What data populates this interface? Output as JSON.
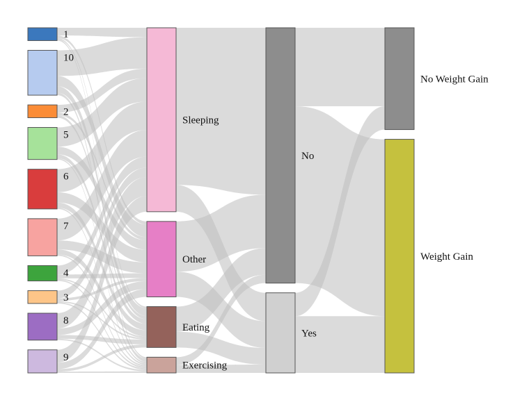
{
  "diagram": {
    "type": "sankey",
    "columns": [
      {
        "nodes": [
          {
            "id": "1",
            "label": "1",
            "value": 2,
            "color": "#3b78bd"
          },
          {
            "id": "10",
            "label": "10",
            "value": 7,
            "color": "#b6cbef"
          },
          {
            "id": "2",
            "label": "2",
            "value": 2,
            "color": "#fb8c36"
          },
          {
            "id": "5",
            "label": "5",
            "value": 5,
            "color": "#a6e29a"
          },
          {
            "id": "6",
            "label": "6",
            "value": 6.2,
            "color": "#d93d3d"
          },
          {
            "id": "7",
            "label": "7",
            "value": 5.8,
            "color": "#f7a3a0"
          },
          {
            "id": "4",
            "label": "4",
            "value": 2.4,
            "color": "#3da43d"
          },
          {
            "id": "3",
            "label": "3",
            "value": 2,
            "color": "#fdc588"
          },
          {
            "id": "8",
            "label": "8",
            "value": 4.2,
            "color": "#9c6dc3"
          },
          {
            "id": "9",
            "label": "9",
            "value": 3.6,
            "color": "#cdb9df"
          }
        ]
      },
      {
        "nodes": [
          {
            "id": "sleeping",
            "label": "Sleeping",
            "value": 23.4,
            "color": "#f5b9d6"
          },
          {
            "id": "other",
            "label": "Other",
            "value": 9.6,
            "color": "#e67fc6"
          },
          {
            "id": "eating",
            "label": "Eating",
            "value": 5.2,
            "color": "#94625b"
          },
          {
            "id": "exercising",
            "label": "Exercising",
            "value": 2,
            "color": "#caa39b"
          }
        ]
      },
      {
        "nodes": [
          {
            "id": "no",
            "label": "No",
            "value": 30.6,
            "color": "#8d8d8d"
          },
          {
            "id": "yes",
            "label": "Yes",
            "value": 9.6,
            "color": "#d0d0d0"
          }
        ]
      },
      {
        "nodes": [
          {
            "id": "nwg",
            "label": "No Weight Gain",
            "value": 12.2,
            "color": "#8d8d8d"
          },
          {
            "id": "wg",
            "label": "Weight Gain",
            "value": 28,
            "color": "#c5c13e"
          }
        ]
      }
    ],
    "links": [
      {
        "source": "1",
        "target": "sleeping",
        "value": 1.2
      },
      {
        "source": "1",
        "target": "other",
        "value": 0.4
      },
      {
        "source": "1",
        "target": "eating",
        "value": 0.2
      },
      {
        "source": "1",
        "target": "exercising",
        "value": 0.2
      },
      {
        "source": "10",
        "target": "sleeping",
        "value": 4
      },
      {
        "source": "10",
        "target": "other",
        "value": 1.6
      },
      {
        "source": "10",
        "target": "eating",
        "value": 1
      },
      {
        "source": "10",
        "target": "exercising",
        "value": 0.4
      },
      {
        "source": "2",
        "target": "sleeping",
        "value": 1.2
      },
      {
        "source": "2",
        "target": "other",
        "value": 0.4
      },
      {
        "source": "2",
        "target": "eating",
        "value": 0.4
      },
      {
        "source": "5",
        "target": "sleeping",
        "value": 3
      },
      {
        "source": "5",
        "target": "other",
        "value": 1.2
      },
      {
        "source": "5",
        "target": "eating",
        "value": 0.6
      },
      {
        "source": "5",
        "target": "exercising",
        "value": 0.2
      },
      {
        "source": "6",
        "target": "sleeping",
        "value": 3.6
      },
      {
        "source": "6",
        "target": "other",
        "value": 1.6
      },
      {
        "source": "6",
        "target": "eating",
        "value": 0.8
      },
      {
        "source": "6",
        "target": "exercising",
        "value": 0.2
      },
      {
        "source": "7",
        "target": "sleeping",
        "value": 3.4
      },
      {
        "source": "7",
        "target": "other",
        "value": 1.4
      },
      {
        "source": "7",
        "target": "eating",
        "value": 0.8
      },
      {
        "source": "7",
        "target": "exercising",
        "value": 0.2
      },
      {
        "source": "4",
        "target": "sleeping",
        "value": 1.4
      },
      {
        "source": "4",
        "target": "other",
        "value": 0.6
      },
      {
        "source": "4",
        "target": "eating",
        "value": 0.2
      },
      {
        "source": "4",
        "target": "exercising",
        "value": 0.2
      },
      {
        "source": "3",
        "target": "sleeping",
        "value": 1.2
      },
      {
        "source": "3",
        "target": "other",
        "value": 0.4
      },
      {
        "source": "3",
        "target": "eating",
        "value": 0.2
      },
      {
        "source": "3",
        "target": "exercising",
        "value": 0.2
      },
      {
        "source": "8",
        "target": "sleeping",
        "value": 2.4
      },
      {
        "source": "8",
        "target": "other",
        "value": 1
      },
      {
        "source": "8",
        "target": "eating",
        "value": 0.6
      },
      {
        "source": "8",
        "target": "exercising",
        "value": 0.2
      },
      {
        "source": "9",
        "target": "sleeping",
        "value": 2
      },
      {
        "source": "9",
        "target": "other",
        "value": 1
      },
      {
        "source": "9",
        "target": "eating",
        "value": 0.4
      },
      {
        "source": "9",
        "target": "exercising",
        "value": 0.2
      },
      {
        "source": "sleeping",
        "target": "no",
        "value": 20
      },
      {
        "source": "sleeping",
        "target": "yes",
        "value": 3.4
      },
      {
        "source": "other",
        "target": "no",
        "value": 6.4
      },
      {
        "source": "other",
        "target": "yes",
        "value": 3.2
      },
      {
        "source": "eating",
        "target": "no",
        "value": 3.2
      },
      {
        "source": "eating",
        "target": "yes",
        "value": 2
      },
      {
        "source": "exercising",
        "target": "no",
        "value": 1
      },
      {
        "source": "exercising",
        "target": "yes",
        "value": 1
      },
      {
        "source": "no",
        "target": "nwg",
        "value": 9.4
      },
      {
        "source": "no",
        "target": "wg",
        "value": 21.2
      },
      {
        "source": "yes",
        "target": "nwg",
        "value": 2.8
      },
      {
        "source": "yes",
        "target": "wg",
        "value": 6.8
      }
    ]
  }
}
